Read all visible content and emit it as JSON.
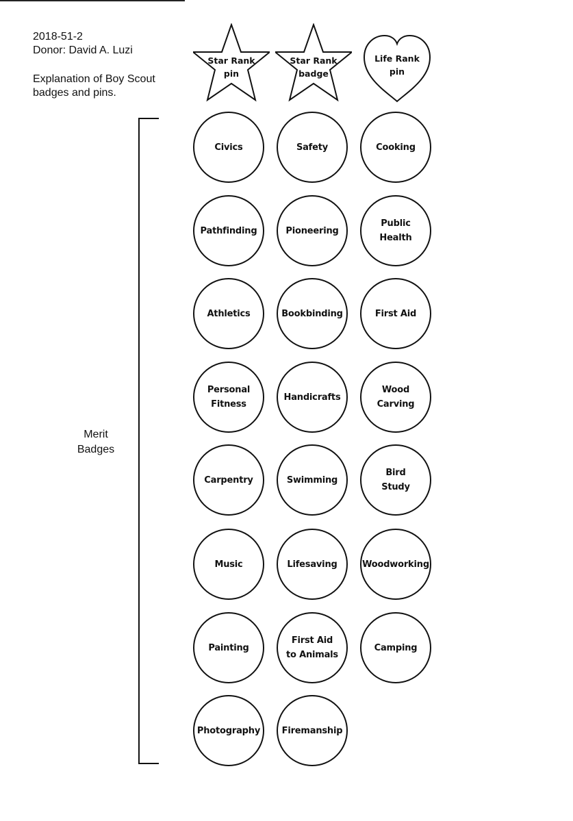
{
  "header": {
    "accession": "2018-51-2",
    "donor": "Donor: David A. Luzi",
    "explanation_line1": "Explanation of Boy Scout",
    "explanation_line2": "badges and pins."
  },
  "ranks": [
    {
      "shape": "star",
      "line1": "Star Rank",
      "line2": "pin"
    },
    {
      "shape": "star",
      "line1": "Star Rank",
      "line2": "badge"
    },
    {
      "shape": "heart",
      "line1": "Life Rank",
      "line2": "pin"
    }
  ],
  "merit_label": {
    "line1": "Merit",
    "line2": "Badges"
  },
  "merit_badges": [
    [
      "Civics"
    ],
    [
      "Safety"
    ],
    [
      "Cooking"
    ],
    [
      "Pathfinding"
    ],
    [
      "Pioneering"
    ],
    [
      "Public",
      "Health"
    ],
    [
      "Athletics"
    ],
    [
      "Bookbinding"
    ],
    [
      "First Aid"
    ],
    [
      "Personal",
      "Fitness"
    ],
    [
      "Handicrafts"
    ],
    [
      "Wood",
      "Carving"
    ],
    [
      "Carpentry"
    ],
    [
      "Swimming"
    ],
    [
      "Bird",
      "Study"
    ],
    [
      "Music"
    ],
    [
      "Lifesaving"
    ],
    [
      "Woodworking"
    ],
    [
      "Painting"
    ],
    [
      "First Aid",
      "to Animals"
    ],
    [
      "Camping"
    ],
    [
      "Photography"
    ],
    [
      "Firemanship"
    ]
  ]
}
